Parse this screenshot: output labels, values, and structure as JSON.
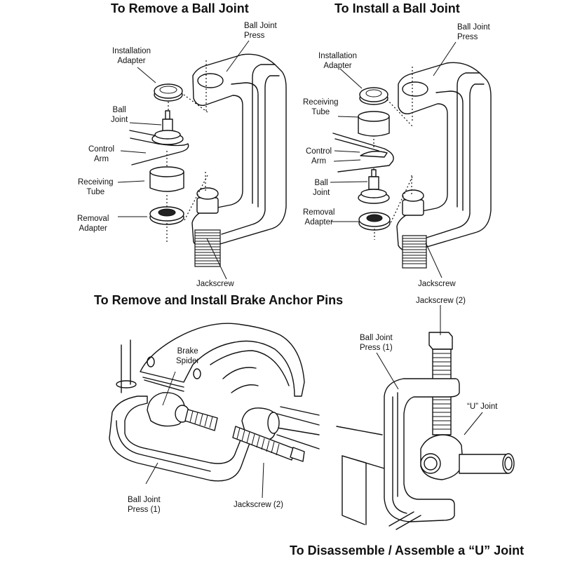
{
  "panels": {
    "remove_ball_joint": {
      "title": "To Remove a Ball Joint",
      "labels": {
        "press": "Ball Joint\nPress",
        "installation_adapter": "Installation\nAdapter",
        "ball_joint": "Ball\nJoint",
        "control_arm": "Control\nArm",
        "receiving_tube": "Receiving\nTube",
        "removal_adapter": "Removal\nAdapter",
        "jackscrew": "Jackscrew"
      }
    },
    "install_ball_joint": {
      "title": "To Install a Ball Joint",
      "labels": {
        "press": "Ball Joint\nPress",
        "installation_adapter": "Installation\nAdapter",
        "receiving_tube": "Receiving\nTube",
        "control_arm": "Control\nArm",
        "ball_joint": "Ball\nJoint",
        "removal_adapter": "Removal\nAdapter",
        "jackscrew": "Jackscrew"
      }
    },
    "brake_anchor_pins": {
      "title": "To Remove and Install Brake Anchor Pins",
      "labels": {
        "brake_spider": "Brake\nSpider",
        "press": "Ball Joint\nPress (1)",
        "jackscrew": "Jackscrew (2)"
      }
    },
    "u_joint": {
      "title": "To Disassemble / Assemble a “U” Joint",
      "labels": {
        "jackscrew": "Jackscrew (2)",
        "press": "Ball Joint\nPress (1)",
        "u_joint": "“U” Joint"
      }
    }
  }
}
